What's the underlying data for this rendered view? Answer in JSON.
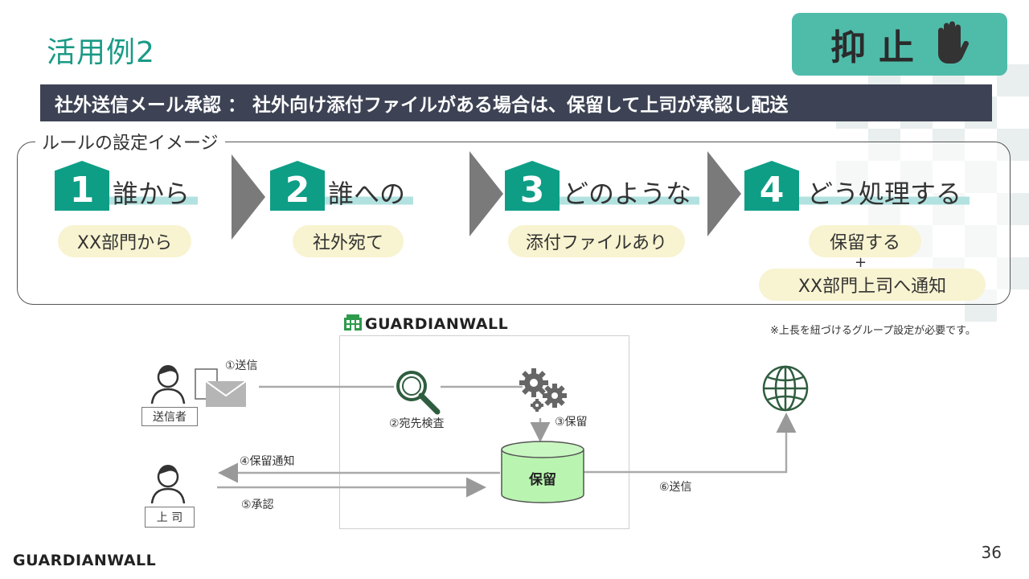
{
  "page_title": "活用例2",
  "badge": {
    "text": "抑止"
  },
  "banner": {
    "text": "社外送信メール承認 ： 社外向け添付ファイルがある場合は、保留して上司が承認し配送"
  },
  "rule_section": {
    "label": "ルールの設定イメージ",
    "steps": [
      {
        "num": "1",
        "title": "誰から",
        "value": "XX部門から"
      },
      {
        "num": "2",
        "title": "誰への",
        "value": "社外宛て"
      },
      {
        "num": "3",
        "title": "どのような",
        "value": "添付ファイルあり"
      },
      {
        "num": "4",
        "title": "どう処理する",
        "value": "保留する",
        "plus": "+",
        "value2": "XX部門上司へ通知"
      }
    ]
  },
  "note": "※上長を紐づけるグループ設定が必要です。",
  "flow": {
    "product": "GUARDIANWALL",
    "sender_label": "送信者",
    "boss_label": "上 司",
    "hold_label": "保留",
    "steps": {
      "s1": "①送信",
      "s2": "②宛先検査",
      "s3": "③保留",
      "s4": "④保留通知",
      "s5": "⑤承認",
      "s6": "⑥送信"
    }
  },
  "footer": {
    "logo": "GUARDIANWALL",
    "page_number": "36"
  },
  "colors": {
    "teal": "#0e9e86",
    "banner": "#3d4354",
    "badge": "#4fbcaa",
    "pill": "#f8f3d0",
    "hold": "#b9f5b0"
  }
}
